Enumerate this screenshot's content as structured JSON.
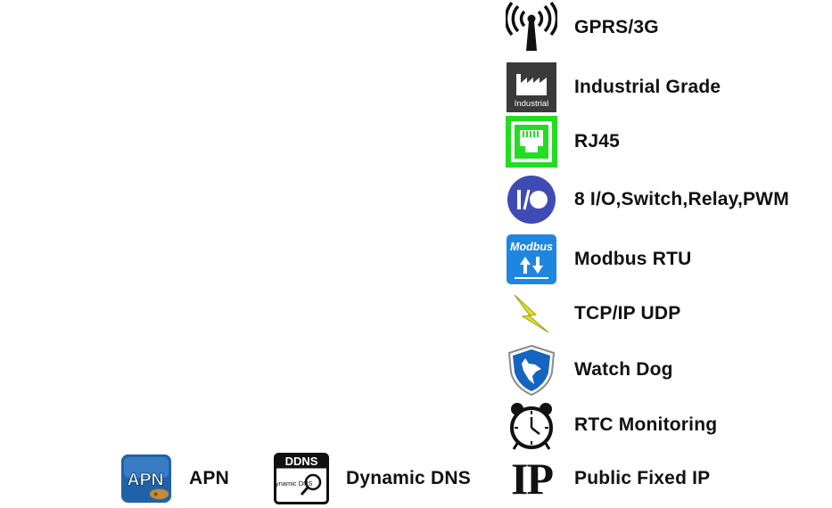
{
  "features": [
    {
      "id": "gprs",
      "label": "GPRS/3G",
      "icon": "antenna-icon"
    },
    {
      "id": "industrial",
      "label": "Industrial Grade",
      "icon": "factory-icon",
      "icon_text": "Industrial"
    },
    {
      "id": "rj45",
      "label": "RJ45",
      "icon": "ethernet-port-icon"
    },
    {
      "id": "io",
      "label": "8 I/O,Switch,Relay,PWM",
      "icon": "io-toggle-icon",
      "icon_text": "I/O"
    },
    {
      "id": "modbus",
      "label": "Modbus RTU",
      "icon": "modbus-icon",
      "icon_text": "Modbus"
    },
    {
      "id": "tcpip",
      "label": "TCP/IP UDP",
      "icon": "lightning-icon"
    },
    {
      "id": "watchdog",
      "label": "Watch Dog",
      "icon": "dog-shield-icon"
    },
    {
      "id": "rtc",
      "label": "RTC Monitoring",
      "icon": "alarm-clock-icon"
    },
    {
      "id": "ip",
      "label": "Public Fixed IP",
      "icon": "ip-icon",
      "icon_text": "IP"
    },
    {
      "id": "apn",
      "label": "APN",
      "icon": "apn-icon",
      "icon_text": "APN"
    },
    {
      "id": "ddns",
      "label": "Dynamic DNS",
      "icon": "ddns-icon",
      "icon_text": "DDNS",
      "icon_subtext": "Dynamic DNS"
    }
  ],
  "colors": {
    "text": "#111111",
    "rj45_green": "#22dd22",
    "io_purple": "#3f4bb5",
    "modbus_blue": "#1f86e0",
    "shield_blue": "#1565c0",
    "bolt_yellow": "#e3e11a",
    "apn_blue": "#1f62a8"
  }
}
